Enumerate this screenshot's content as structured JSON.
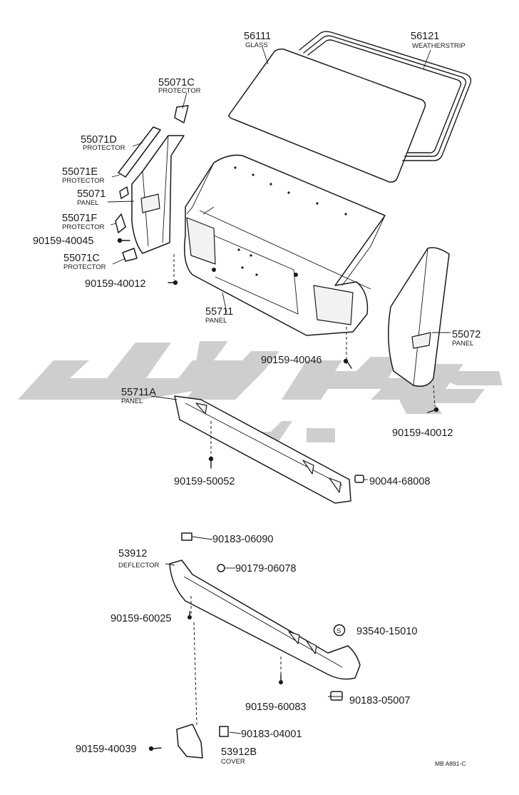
{
  "watermark_text": "ﻟﯿﻔﺞ",
  "footer_code": "MB A891-C",
  "parts": {
    "glass": {
      "number": "56111",
      "desc": "GLASS"
    },
    "weatherstrip": {
      "number": "56121",
      "desc": "WEATHERSTRIP"
    },
    "protector_c_top": {
      "number": "55071C",
      "desc": "PROTECTOR"
    },
    "protector_d": {
      "number": "55071D",
      "desc": "PROTECTOR"
    },
    "protector_e": {
      "number": "55071E",
      "desc": "PROTECTOR"
    },
    "panel_55071": {
      "number": "55071",
      "desc": "PANEL"
    },
    "protector_f": {
      "number": "55071F",
      "desc": "PROTECTOR"
    },
    "protector_c_bottom": {
      "number": "55071C",
      "desc": "PROTECTOR"
    },
    "panel_55711": {
      "number": "55711",
      "desc": "PANEL"
    },
    "panel_55072": {
      "number": "55072",
      "desc": "PANEL"
    },
    "panel_55711a": {
      "number": "55711A",
      "desc": "PANEL"
    },
    "deflector": {
      "number": "53912",
      "desc": "DEFLECTOR"
    },
    "cover": {
      "number": "53912B",
      "desc": "COVER"
    }
  },
  "fasteners": {
    "f_40045": "90159-40045",
    "f_40012_left": "90159-40012",
    "f_40046": "90159-40046",
    "f_40012_right": "90159-40012",
    "f_50052": "90159-50052",
    "f_68008": "90044-68008",
    "f_06090": "90183-06090",
    "f_06078": "90179-06078",
    "f_60025": "90159-60025",
    "f_15010": "93540-15010",
    "f_15010_symbol": "S",
    "f_60083": "90159-60083",
    "f_05007": "90183-05007",
    "f_04001": "90183-04001",
    "f_40039": "90159-40039"
  }
}
